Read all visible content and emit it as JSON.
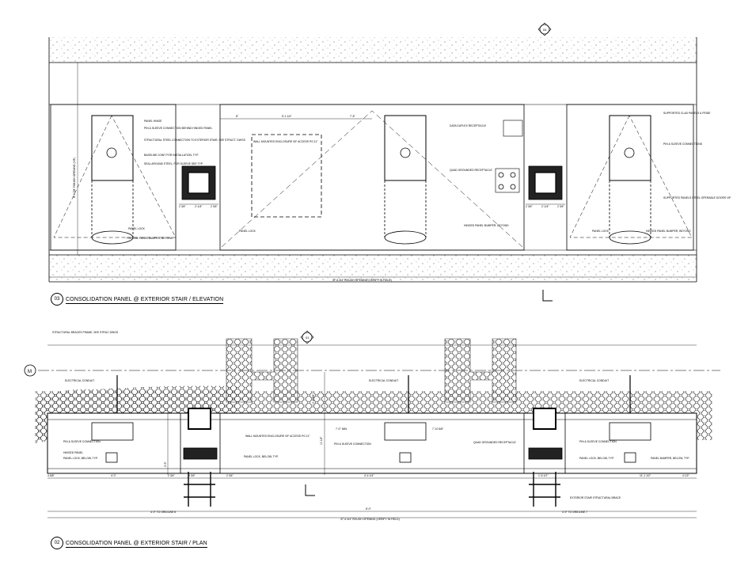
{
  "elevation": {
    "number": "03",
    "title": "CONSOLIDATION PANEL @ EXTERIOR STAIR / ELEVATION",
    "overall_dim": "37'-6 3/4\" ROUGH OPENING (VERIFY IN FIELD)",
    "height_dim": "8'-6 7/8\" ROUGH OPENING (VIF)",
    "left_notes": [
      "PANEL HINGE",
      "PIN & SLEEVE CONNECTION BEHIND HINGED PANEL",
      "STRUCTURAL STEEL CONNECTION TO EXTERIOR STAIR, SEE STRUCT. DWGS",
      "BASELINE JOINT FOR INSTALLATION, TYP.",
      "SEAL AROUND STEEL, FOR SLEEVE SEE TYP."
    ],
    "left_lower_notes": [
      "FIN SEAL PANEL BUMPER, BEYOND",
      "PANEL LOCK"
    ],
    "center_notes": [
      "WALL MOUNTED ENCLOSURE VIF ACCESS PG 11\"",
      "PANEL LOCK"
    ],
    "center_right_notes": [
      "DATA DUPLEX RECEPTACLE",
      "QUAD GROUNDED RECEPTACLE",
      "HINGED PANEL BUMPER, BEYOND"
    ],
    "right_notes": [
      "SUPPORTED CLAD PANELS & FRIDE",
      "PIN & SLEEVE CONNECTIONS",
      "SUPPORTED PANELS STEEL OPERABLE DOORS VIF",
      "PANEL LOCK",
      "HINGED PANEL BUMPER, BEYOND"
    ],
    "dims_top": [
      "8\"",
      "5'-1 1/4\"",
      "7'-5\""
    ],
    "dims_small": [
      "2 3/4\"",
      "2'-1/4\"",
      "2 3/4\"",
      "2 3/4\"",
      "2'-1/4\"",
      "2 3/4\""
    ]
  },
  "plan": {
    "number": "02",
    "title": "CONSOLIDATION PANEL @ EXTERIOR STAIR / PLAN",
    "overall_dim": "37'-6 3/4\" ROUGH OPENING (VERIFY IN FIELD)",
    "grid_label": "M",
    "notes_top": [
      "STRUCTURAL BRACES FRAME, SEE STRUC DWGS",
      "ELECTRICAL CONDUIT",
      "ELECTRICAL CONDUIT",
      "ELECTRICAL CONDUIT"
    ],
    "notes_left": [
      "PIN & SLEEVE CONNECTION",
      "HINGED PANEL",
      "PANEL LOCK, BELOW, TYP."
    ],
    "notes_center": [
      "WALL MOUNTED ENCLOSURE VIF ACCESS PG 11\"",
      "PIN & SLEEVE CONNECTION",
      "PANEL LOCK, BELOW, TYP.",
      "QUAD GROUNDED RECEPTACLE"
    ],
    "notes_right": [
      "PIN & SLEEVE CONNECTION",
      "PANEL LOCK, BELOW, TYP.",
      "PANEL BUMPER, BELOW, TYP.",
      "EXTERIOR STAIR STRUCTURAL BRACE"
    ],
    "dims": [
      "4'-0\"",
      "7'-0\" MIN.",
      "7'-10 5/8\"",
      "4'-4 1/4\"",
      "11'-1 1/2\"",
      "8'-0\"",
      "4 5/8\"",
      "2 3/4\"",
      "3 3/4\"",
      "2 3/4\"",
      "1'-6 1/2\"",
      "4 1/2\""
    ],
    "grid_dims": [
      "4'-9\" TO GRIDLINE 8",
      "4'-9\" TO GRIDLINE 7"
    ],
    "vert_dims": [
      "2'-4 5/8\"",
      "10 1/2\"",
      "3'-5\""
    ],
    "section_marks": [
      "01",
      "04"
    ]
  }
}
